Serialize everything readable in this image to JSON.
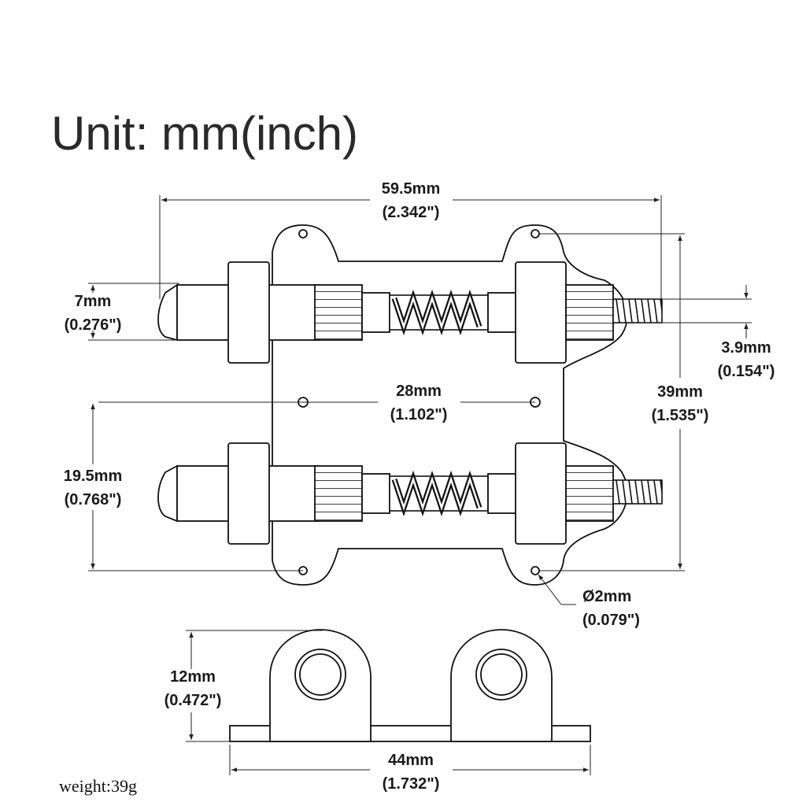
{
  "title": "Unit: mm(inch)",
  "weight": "weight:39g",
  "dimensions": {
    "overall_length": {
      "mm": "59.5mm",
      "inch": "(2.342\")"
    },
    "plunger_dia": {
      "mm": "7mm",
      "inch": "(0.276\")"
    },
    "thread_dia": {
      "mm": "3.9mm",
      "inch": "(0.154\")"
    },
    "hole_spacing": {
      "mm": "28mm",
      "inch": "(1.102\")"
    },
    "overall_height": {
      "mm": "39mm",
      "inch": "(1.535\")"
    },
    "side_hole_spacing": {
      "mm": "19.5mm",
      "inch": "(0.768\")"
    },
    "hole_dia": {
      "mm": "Ø2mm",
      "inch": "(0.079\")"
    },
    "side_height": {
      "mm": "12mm",
      "inch": "(0.472\")"
    },
    "side_length": {
      "mm": "44mm",
      "inch": "(1.732\")"
    }
  }
}
